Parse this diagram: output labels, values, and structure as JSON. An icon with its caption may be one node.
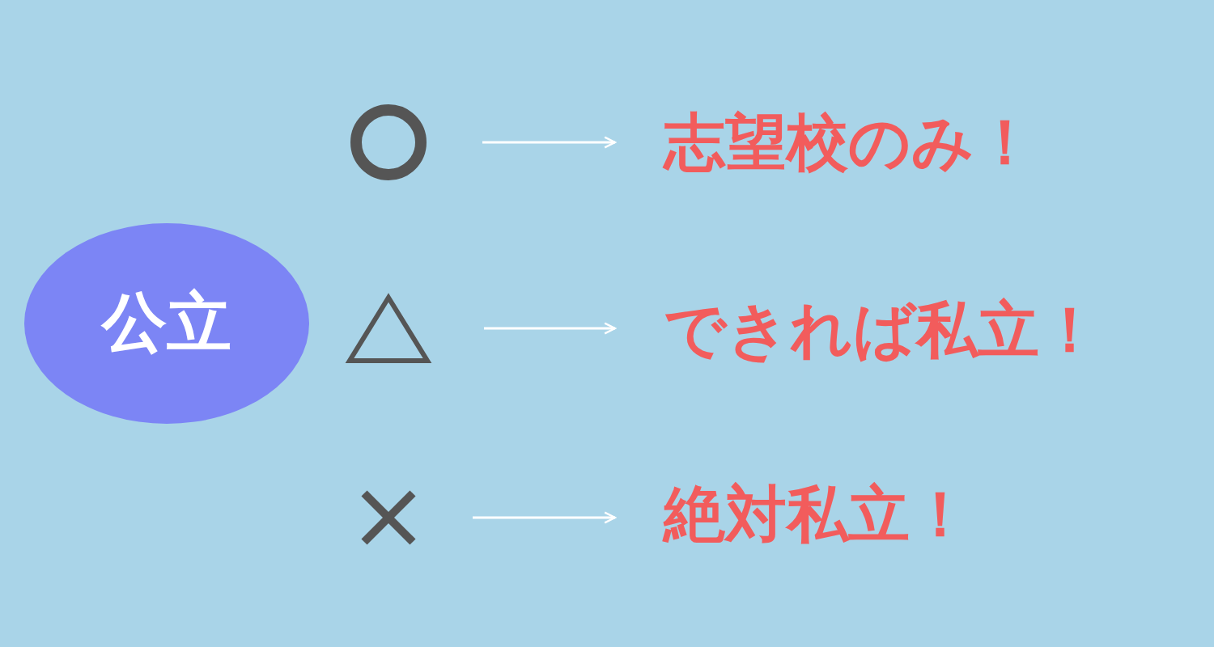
{
  "diagram": {
    "nodes": [
      {
        "text": [
          "公立"
        ]
      },
      {
        "text": [],
        "shape": "circle"
      },
      {
        "text": [],
        "shape": "triangle"
      },
      {
        "text": [],
        "shape": "cross"
      },
      {
        "text": [
          "志望校のみ！"
        ]
      },
      {
        "text": [
          "できれば私立！"
        ]
      },
      {
        "text": [
          "絶対私立！"
        ]
      }
    ],
    "edges": [
      {
        "from": 1,
        "to": 4,
        "arrow": "to"
      },
      {
        "from": 2,
        "to": 5,
        "arrow": "to"
      },
      {
        "from": 3,
        "to": 6,
        "arrow": "to"
      }
    ]
  }
}
